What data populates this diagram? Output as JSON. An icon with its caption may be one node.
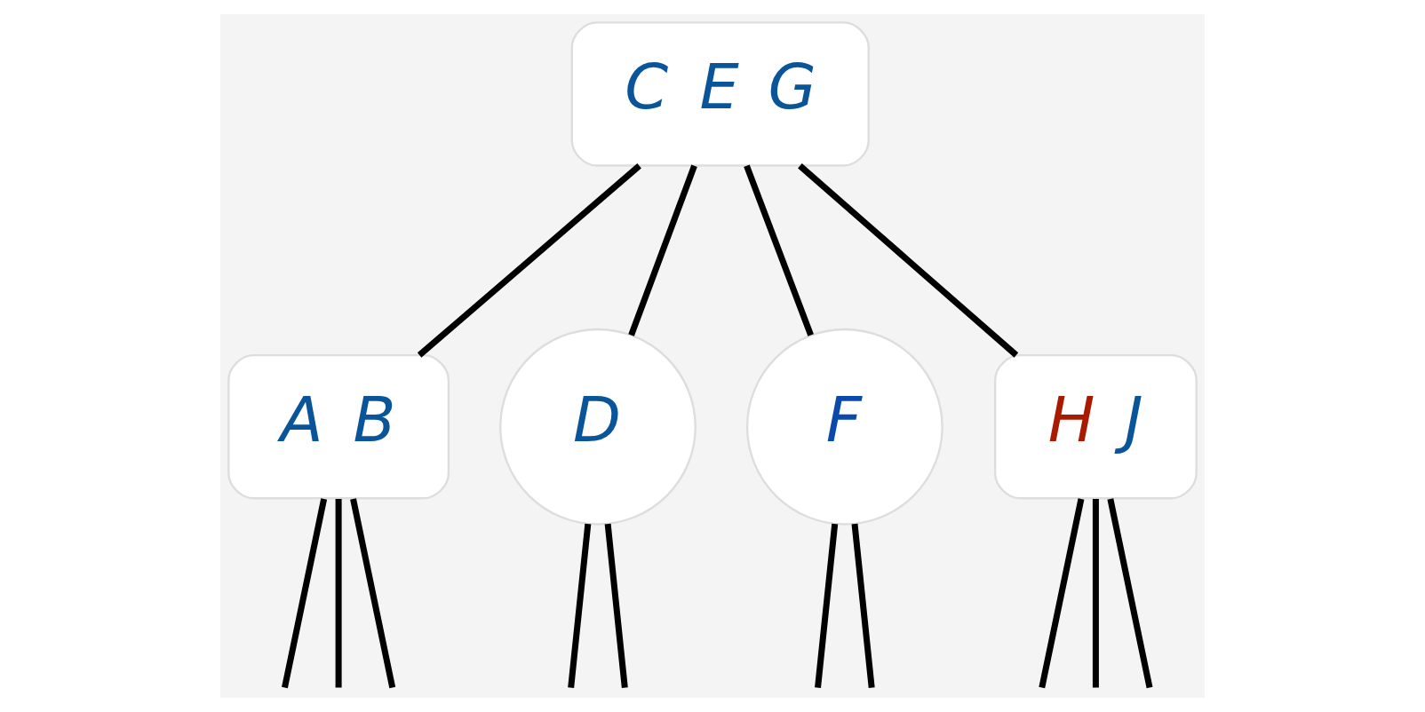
{
  "diagram": {
    "nodes": [
      {
        "text": [
          "C",
          "E",
          "G"
        ]
      },
      {
        "text": [
          "A",
          "B"
        ]
      },
      {
        "text": [
          "D"
        ]
      },
      {
        "text": [
          "F"
        ]
      },
      {
        "text": [
          "H",
          "J"
        ]
      }
    ],
    "edges": [
      {
        "from": 0,
        "to": 1,
        "arrow": "none"
      },
      {
        "from": 0,
        "to": 2,
        "arrow": "none"
      },
      {
        "from": 0,
        "to": 3,
        "arrow": "none"
      },
      {
        "from": 0,
        "to": 4,
        "arrow": "none"
      },
      {
        "from": 1,
        "to": null,
        "arrow": "none"
      },
      {
        "from": 1,
        "to": null,
        "arrow": "none"
      },
      {
        "from": 1,
        "to": null,
        "arrow": "none"
      },
      {
        "from": 2,
        "to": null,
        "arrow": "none"
      },
      {
        "from": 2,
        "to": null,
        "arrow": "none"
      },
      {
        "from": 3,
        "to": null,
        "arrow": "none"
      },
      {
        "from": 3,
        "to": null,
        "arrow": "none"
      },
      {
        "from": 4,
        "to": null,
        "arrow": "none"
      },
      {
        "from": 4,
        "to": null,
        "arrow": "none"
      },
      {
        "from": 4,
        "to": null,
        "arrow": "none"
      }
    ]
  }
}
